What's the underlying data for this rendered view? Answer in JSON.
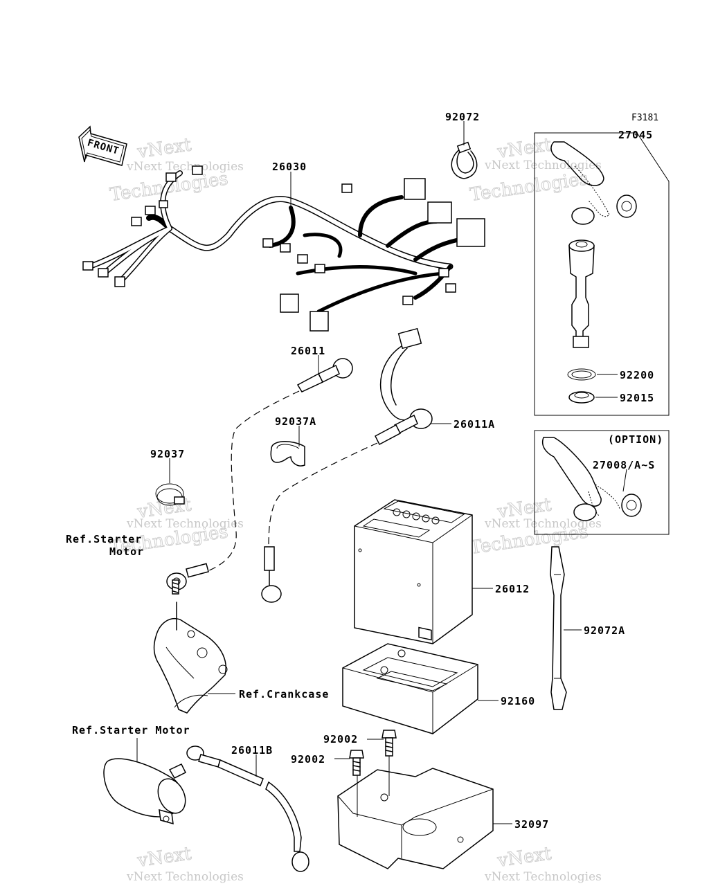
{
  "figure_code": "F3181",
  "front_arrow_label": "FRONT",
  "option_label": "(OPTION)",
  "watermark": {
    "line1": "vNext Technologies",
    "line2": "vNext",
    "line3": "Technologies"
  },
  "parts": {
    "p26030": "26030",
    "p92072": "92072",
    "p27045": "27045",
    "p26011": "26011",
    "p92037A": "92037A",
    "p26011A": "26011A",
    "p92200": "92200",
    "p92015": "92015",
    "p92037": "92037",
    "p27008": "27008/A~S",
    "p26012": "26012",
    "p92072A": "92072A",
    "p92160": "92160",
    "p92002a": "92002",
    "p92002b": "92002",
    "p26011B": "26011B",
    "p32097": "32097"
  },
  "references": {
    "starter_motor_1a": "Ref.Starter",
    "starter_motor_1b": "Motor",
    "crankcase": "Ref.Crankcase",
    "starter_motor_2": "Ref.Starter Motor"
  }
}
